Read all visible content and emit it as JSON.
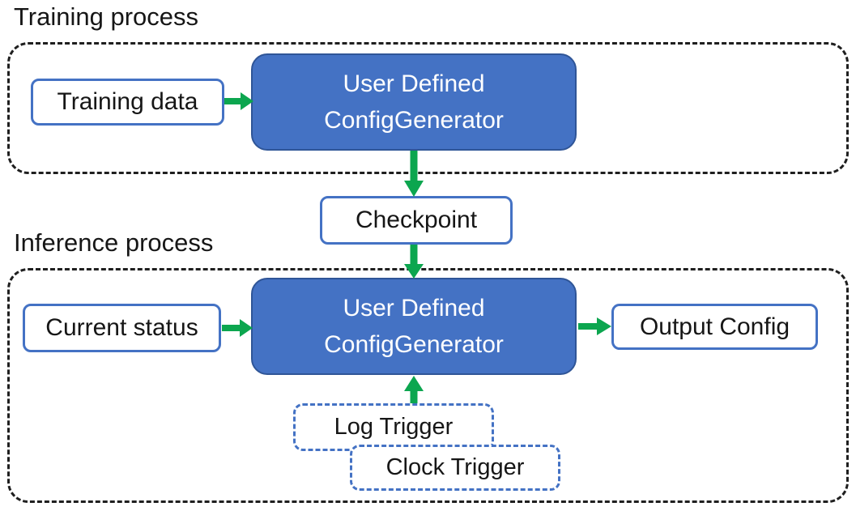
{
  "colors": {
    "primary_blue": "#4472C4",
    "primary_blue_border": "#2F5597",
    "white_box_border": "#4472C4",
    "trigger_dash": "#4472C4",
    "arrow_green": "#0CA64F",
    "container_dash": "#1f1f1f",
    "text_dark": "#161616",
    "text_light": "#FFFFFF"
  },
  "training": {
    "label": "Training process",
    "input_box": "Training data",
    "generator_line1": "User Defined",
    "generator_line2": "ConfigGenerator"
  },
  "checkpoint": {
    "label": "Checkpoint"
  },
  "inference": {
    "label": "Inference process",
    "input_box": "Current status",
    "generator_line1": "User Defined",
    "generator_line2": "ConfigGenerator",
    "output_box": "Output Config",
    "log_trigger": "Log Trigger",
    "clock_trigger": "Clock Trigger"
  }
}
